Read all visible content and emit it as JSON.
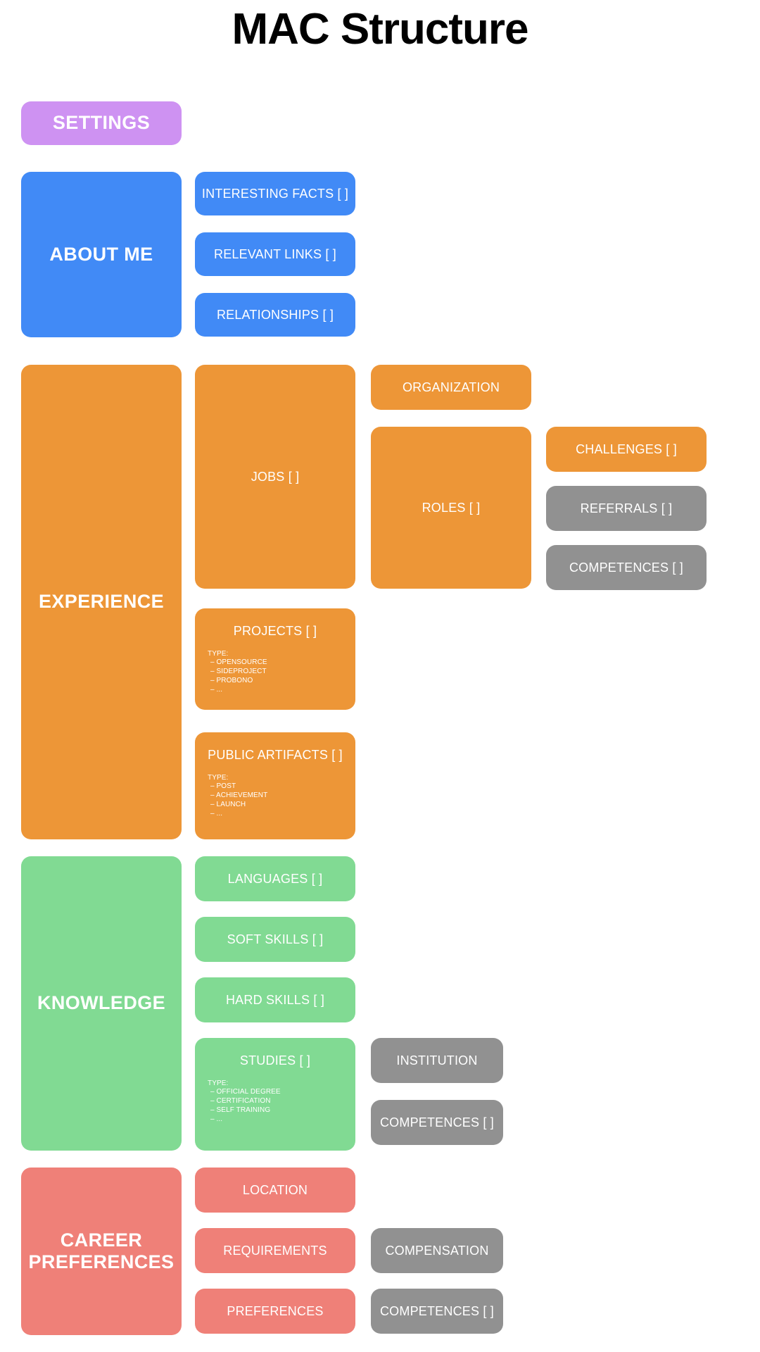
{
  "page": {
    "title": "MAC Structure"
  },
  "colors": {
    "purple": "#ce92f2",
    "blue": "#418af6",
    "orange": "#ed9637",
    "green": "#81da93",
    "red": "#ef8078",
    "gray": "#919191",
    "text": "#ffffff",
    "background": "#ffffff"
  },
  "sections": {
    "settings": {
      "label": "SETTINGS"
    },
    "about_me": {
      "label": "ABOUT ME",
      "children": [
        {
          "label": "INTERESTING FACTS [ ]"
        },
        {
          "label": "RELEVANT LINKS [ ]"
        },
        {
          "label": "RELATIONSHIPS [ ]"
        }
      ]
    },
    "experience": {
      "label": "EXPERIENCE",
      "jobs": {
        "label": "JOBS [ ]"
      },
      "organization": {
        "label": "ORGANIZATION"
      },
      "roles": {
        "label": "ROLES [ ]"
      },
      "challenges": {
        "label": "CHALLENGES [ ]"
      },
      "referrals": {
        "label": "REFERRALS [ ]"
      },
      "competences": {
        "label": "COMPETENCES [ ]"
      },
      "projects": {
        "label": "PROJECTS [ ]",
        "type_heading": "TYPE:",
        "types": [
          "–  OPENSOURCE",
          "–  SIDEPROJECT",
          "–  PROBONO",
          "–  ..."
        ]
      },
      "public_artifacts": {
        "label": "PUBLIC ARTIFACTS [ ]",
        "type_heading": "TYPE:",
        "types": [
          "–  POST",
          "–  ACHIEVEMENT",
          "–  LAUNCH",
          "–  ..."
        ]
      }
    },
    "knowledge": {
      "label": "KNOWLEDGE",
      "languages": {
        "label": "LANGUAGES [ ]"
      },
      "soft_skills": {
        "label": "SOFT SKILLS [ ]"
      },
      "hard_skills": {
        "label": "HARD SKILLS [ ]"
      },
      "studies": {
        "label": "STUDIES [ ]",
        "type_heading": "TYPE:",
        "types": [
          "–  OFFICIAL DEGREE",
          "–  CERTIFICATION",
          "–  SELF TRAINING",
          "–  ..."
        ]
      },
      "institution": {
        "label": "INSTITUTION"
      },
      "competences": {
        "label": "COMPETENCES [ ]"
      }
    },
    "career_preferences": {
      "label": "CAREER\nPREFERENCES",
      "location": {
        "label": "LOCATION"
      },
      "requirements": {
        "label": "REQUIREMENTS"
      },
      "preferences": {
        "label": "PREFERENCES"
      },
      "compensation": {
        "label": "COMPENSATION"
      },
      "competences": {
        "label": "COMPETENCES [ ]"
      }
    }
  }
}
